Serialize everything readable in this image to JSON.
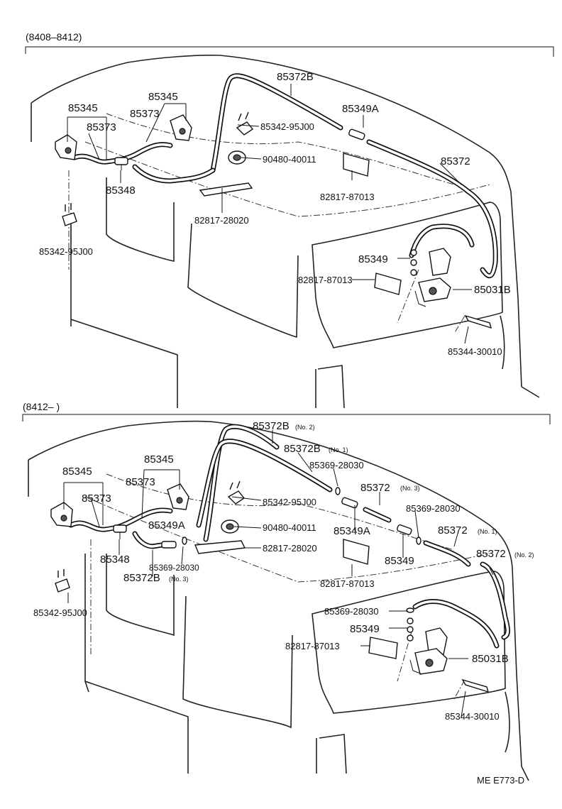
{
  "sections": {
    "top": {
      "range": "(8408–8412)"
    },
    "bottom": {
      "range": "(8412–        )"
    }
  },
  "labels": {
    "top": {
      "p85372B": "85372B",
      "p85345_a": "85345",
      "p85345_b": "85345",
      "p85373_a": "85373",
      "p85373_b": "85373",
      "p85349A": "85349A",
      "p85342_a": "85342-95J00",
      "p90480": "90480-40011",
      "p85372": "85372",
      "p82817_a": "82817-87013",
      "p85348": "85348",
      "p82817_b": "82817-28020",
      "p85342_b": "85342-95J00",
      "p85349": "85349",
      "p82817_c": "82817-87013",
      "p85031B": "85031B",
      "p85344": "85344-30010"
    },
    "bottom": {
      "p85372B_no2": "85372B",
      "p85372B_no2_sub": "(No. 2)",
      "p85372B_no1": "85372B",
      "p85372B_no1_sub": "(No. 1)",
      "p85369_a": "85369-28030",
      "p85345_a": "85345",
      "p85345_b": "85345",
      "p85373_a": "85373",
      "p85373_b": "85373",
      "p85342_a": "85342-95J00",
      "p85372_no3": "85372",
      "p85372_no3_sub": "(No. 3)",
      "p85369_b": "85369-28030",
      "p85349A_a": "85349A",
      "p90480": "90480-40011",
      "p85349A_b": "85349A",
      "p85372_no1": "85372",
      "p85372_no1_sub": "(No. 1)",
      "p82817_a": "82817-28020",
      "p85348": "85348",
      "p85349_a": "85349",
      "p85372_no2": "85372",
      "p85372_no2_sub": "(No. 2)",
      "p85369_c": "85369-28030",
      "p85372B_no3": "85372B",
      "p85372B_no3_sub": "(No. 3)",
      "p82817_b": "82817-87013",
      "p85342_b": "85342-95J00",
      "p85369_d": "85369-28030",
      "p85349_b": "85349",
      "p82817_c": "82817-87013",
      "p85031B": "85031B",
      "p85344": "85344-30010"
    }
  },
  "footer": {
    "code": "ME  E773-D"
  }
}
